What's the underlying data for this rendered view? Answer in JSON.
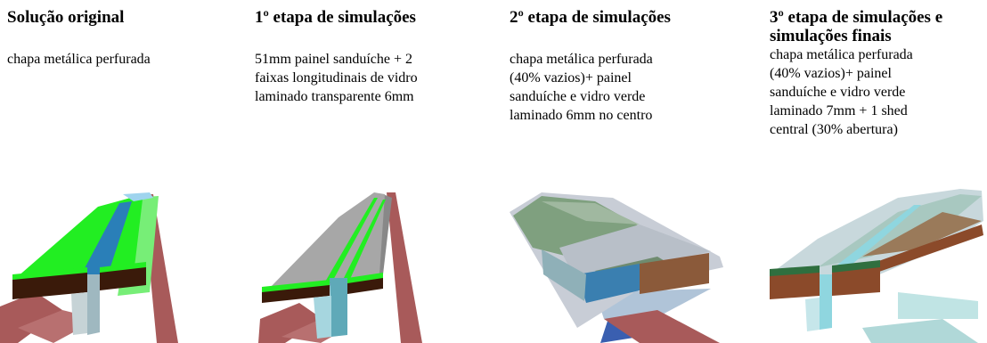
{
  "columns": [
    {
      "title": "Solução original",
      "description": "chapa metálica perfurada",
      "image": "roof-model-original"
    },
    {
      "title": "1º etapa de simulações",
      "description": "51mm painel sanduíche + 2\nfaixas longitudinais de vidro\nlaminado transparente 6mm",
      "image": "roof-model-stage-1"
    },
    {
      "title": "2º etapa de simulações",
      "description": "chapa metálica perfurada\n(40% vazios)+ painel\nsanduíche e vidro verde\nlaminado 6mm no centro",
      "image": "roof-model-stage-2"
    },
    {
      "title": "3º etapa de simulações e\nsimulações finais",
      "description": "chapa metálica perfurada\n(40% vazios)+ painel\nsanduíche e vidro verde\nlaminado 7mm + 1 shed\ncentral (30% abertura)",
      "image": "roof-model-stage-3"
    }
  ],
  "colors": {
    "bright_green": "#22ee22",
    "light_green": "#77ee77",
    "dark_brown": "#3a1a0a",
    "rust_brown": "#8b4a2a",
    "steel_blue": "#2a7fb8",
    "cyan_glass": "#8fd6df",
    "grey_panel": "#a7a7a7",
    "rail_red": "#a85a5a"
  }
}
